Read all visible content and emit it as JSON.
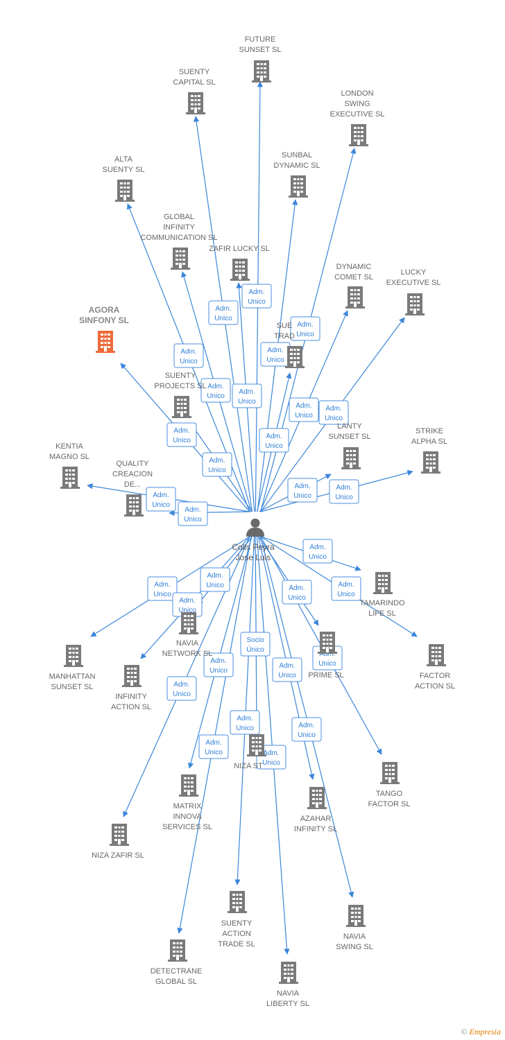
{
  "diagram": {
    "center": {
      "name": [
        "Colls Peyra",
        "Jose Luis"
      ]
    },
    "colors": {
      "edge": "#3b86d9",
      "building": "#7a7a7a",
      "building_highlight": "#ef6a3a",
      "label_box_border": "#4a8ee0"
    },
    "nodes": [
      {
        "id": "future-sunset",
        "label": [
          "FUTURE",
          "SUNSET SL"
        ],
        "edge_label": [
          "Adm.",
          "Unico"
        ]
      },
      {
        "id": "suenty-capital",
        "label": [
          "SUENTY",
          "CAPITAL SL"
        ],
        "edge_label": [
          "Adm.",
          "Unico"
        ]
      },
      {
        "id": "london-swing",
        "label": [
          "LONDON",
          "SWING",
          "EXECUTIVE SL"
        ],
        "edge_label": [
          "Adm.",
          "Unico"
        ]
      },
      {
        "id": "sunbal-dynamic",
        "label": [
          "SUNBAL",
          "DYNAMIC SL"
        ],
        "edge_label": [
          "Adm.",
          "Unico"
        ]
      },
      {
        "id": "alta-suenty",
        "label": [
          "ALTA",
          "SUENTY SL"
        ],
        "edge_label": [
          "Adm.",
          "Unico"
        ]
      },
      {
        "id": "global-infinity",
        "label": [
          "GLOBAL",
          "INFINITY",
          "COMMUNICATION SL"
        ],
        "edge_label": [
          "Adm.",
          "Unico"
        ]
      },
      {
        "id": "zafir-lucky",
        "label": [
          "ZAFIR LUCKY SL"
        ],
        "edge_label": [
          "Adm.",
          "Unico"
        ]
      },
      {
        "id": "dynamic-comet",
        "label": [
          "DYNAMIC",
          "COMET SL"
        ],
        "edge_label": [
          "Adm.",
          "Unico"
        ]
      },
      {
        "id": "lucky-executive",
        "label": [
          "LUCKY",
          "EXECUTIVE SL"
        ],
        "edge_label": [
          "Adm.",
          "Unico"
        ]
      },
      {
        "id": "agora-sinfony",
        "label": [
          "AGORA",
          "SINFONY  SL"
        ],
        "highlight": true,
        "edge_label": [
          "Adm.",
          "Unico"
        ]
      },
      {
        "id": "sub-trad",
        "label": [
          "SUE",
          "TRAD"
        ],
        "edge_label": [
          "Adm.",
          "Unico"
        ]
      },
      {
        "id": "suenty-projects",
        "label": [
          "SUENTY",
          "PROJECTS SL"
        ],
        "edge_label": [
          "Adm.",
          "Unico"
        ]
      },
      {
        "id": "lanty-sunset",
        "label": [
          "LANTY",
          "SUNSET SL"
        ],
        "edge_label": [
          "Adm.",
          "Unico"
        ]
      },
      {
        "id": "strike-alpha",
        "label": [
          "STRIKE",
          "ALPHA SL"
        ],
        "edge_label": [
          "Adm.",
          "Unico"
        ]
      },
      {
        "id": "kentia-magno",
        "label": [
          "KENTIA",
          "MAGNO SL"
        ],
        "edge_label": [
          "Adm.",
          "Unico"
        ]
      },
      {
        "id": "quality-creacion",
        "label": [
          "QUALITY",
          "CREACION",
          "DE..."
        ],
        "edge_label": [
          "Adm.",
          "Unico"
        ]
      },
      {
        "id": "tamarindo-life",
        "label": [
          "TAMARINDO",
          "LIFE SL"
        ],
        "edge_label": [
          "Adm.",
          "Unico"
        ]
      },
      {
        "id": "factor-action",
        "label": [
          "FACTOR",
          "ACTION SL"
        ],
        "edge_label": [
          "Adm.",
          "Unico"
        ]
      },
      {
        "id": "manhattan-sunset",
        "label": [
          "MANHATTAN",
          "SUNSET SL"
        ],
        "edge_label": [
          "Adm.",
          "Unico"
        ]
      },
      {
        "id": "navia-network",
        "label": [
          "NAVIA",
          "NETWORK SL"
        ],
        "edge_label": [
          "Adm.",
          "Unico"
        ]
      },
      {
        "id": "infinity-action",
        "label": [
          "INFINITY",
          "ACTION SL"
        ],
        "edge_label": [
          "Adm.",
          "Unico"
        ]
      },
      {
        "id": "prime",
        "label": [
          "PRIME SL"
        ],
        "edge_label": [
          "Adm.",
          "Unico"
        ]
      },
      {
        "id": "tango-factor",
        "label": [
          "TANGO",
          "FACTOR SL"
        ],
        "edge_label": [
          "Adm.",
          "Unico"
        ]
      },
      {
        "id": "niza-st",
        "label": [
          "NIZA ST"
        ],
        "edge_label": [
          "Socio",
          "Único"
        ]
      },
      {
        "id": "matrix-innova",
        "label": [
          "MATRIX",
          "INNOVA",
          "SERVICES SL"
        ],
        "edge_label": [
          "Adm.",
          "Unico"
        ]
      },
      {
        "id": "azahar-infinity",
        "label": [
          "AZAHAR",
          "INFINITY SL"
        ],
        "edge_label": [
          "Adm.",
          "Unico"
        ]
      },
      {
        "id": "niza-zafir",
        "label": [
          "NIZA ZAFIR SL"
        ],
        "edge_label": [
          "Adm.",
          "Unico"
        ]
      },
      {
        "id": "suenty-action-trade",
        "label": [
          "SUENTY",
          "ACTION",
          "TRADE SL"
        ],
        "edge_label": [
          "Adm.",
          "Unico"
        ]
      },
      {
        "id": "navia-swing",
        "label": [
          "NAVIA",
          "SWING SL"
        ],
        "edge_label": [
          "Adm.",
          "Unico"
        ]
      },
      {
        "id": "detectrane-global",
        "label": [
          "DETECTRANE",
          "GLOBAL  SL"
        ],
        "edge_label": [
          "Adm.",
          "Unico"
        ]
      },
      {
        "id": "navia-liberty",
        "label": [
          "NAVIA",
          "LIBERTY SL"
        ],
        "edge_label": [
          "Adm.",
          "Unico"
        ]
      }
    ]
  },
  "footer": {
    "copyright_symbol": "©",
    "brand": "Empresia"
  }
}
